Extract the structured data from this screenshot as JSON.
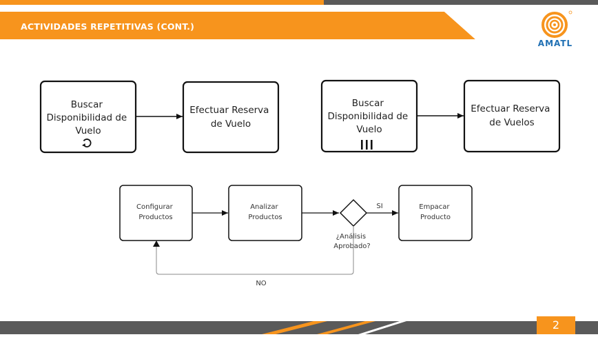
{
  "header": {
    "title": "ACTIVIDADES REPETITIVAS (CONT.)",
    "brand_name": "AMATL",
    "brand_color": "#f7941d",
    "logo_color": "#1f6fb3"
  },
  "diagram_top_left": {
    "task1": {
      "lines": [
        "Buscar",
        "Disponibilidad de",
        "Vuelo"
      ],
      "marker": "loop-icon"
    },
    "task2": {
      "lines": [
        "Efectuar Reserva",
        "de Vuelo"
      ]
    }
  },
  "diagram_top_right": {
    "task1": {
      "lines": [
        "Buscar",
        "Disponibilidad de",
        "Vuelo"
      ],
      "marker": "parallel-multi-instance-icon"
    },
    "task2": {
      "lines": [
        "Efectuar Reserva",
        "de Vuelos"
      ]
    }
  },
  "diagram_bottom": {
    "task_configurar": {
      "lines": [
        "Configurar",
        "Productos"
      ]
    },
    "task_analizar": {
      "lines": [
        "Analizar",
        "Productos"
      ]
    },
    "gateway_label": {
      "lines": [
        "¿Análisis",
        "Aprobado?"
      ]
    },
    "yes_label": "SI",
    "no_label": "NO",
    "task_empacar": {
      "lines": [
        "Empacar",
        "Producto"
      ]
    }
  },
  "footer": {
    "page_number": "2"
  }
}
